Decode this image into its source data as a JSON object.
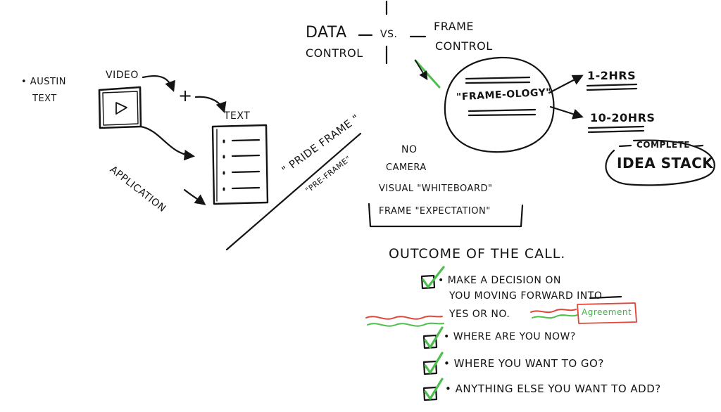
{
  "canvas": {
    "background": "#ffffff",
    "ink_color": "#141414",
    "accent_green": "#4cbf4c",
    "accent_red": "#e0463a"
  },
  "left": {
    "note": [
      "• AUSTIN",
      "TEXT"
    ],
    "video_label": "VIDEO",
    "plus_sign": "+",
    "text_label": "TEXT",
    "application_label": "APPLICATION",
    "video_icon": "video-play-icon",
    "text_doc_icon": "bulleted-document-icon",
    "pride_frame": "\" PRIDE FRAME \"",
    "pre_frame": "\"PRE-FRAME\""
  },
  "top": {
    "data": "DATA",
    "control_left": "CONTROL",
    "vs": "VS.",
    "frame": "FRAME",
    "control_right": "CONTROL"
  },
  "right": {
    "frameology": "\"FRAME-OLOGY\"",
    "hours_1": "1-2HRS",
    "hours_2": "10-20HRS",
    "complete": "COMPLETE",
    "idea_stack": "IDEA STACK"
  },
  "middle": {
    "no": "NO",
    "camera": "CAMERA",
    "visual": "VISUAL \"WHITEBOARD\"",
    "frame_expectation": "FRAME \"EXPECTATION\""
  },
  "outcome": {
    "heading": "OUTCOME OF THE CALL.",
    "items": [
      {
        "lines": [
          "• MAKE A DECISION ON",
          "YOU MOVING FORWARD INTO",
          "YES OR NO."
        ],
        "checked": true
      },
      {
        "lines": [
          "• WHERE ARE YOU NOW?"
        ],
        "checked": true
      },
      {
        "lines": [
          "• WHERE YOU WANT TO GO?"
        ],
        "checked": true
      },
      {
        "lines": [
          "• ANYTHING ELSE YOU WANT TO ADD?"
        ],
        "checked": true
      }
    ],
    "agreement": "Agreement",
    "checkbox_icon": "checkbox-checked-icon"
  }
}
